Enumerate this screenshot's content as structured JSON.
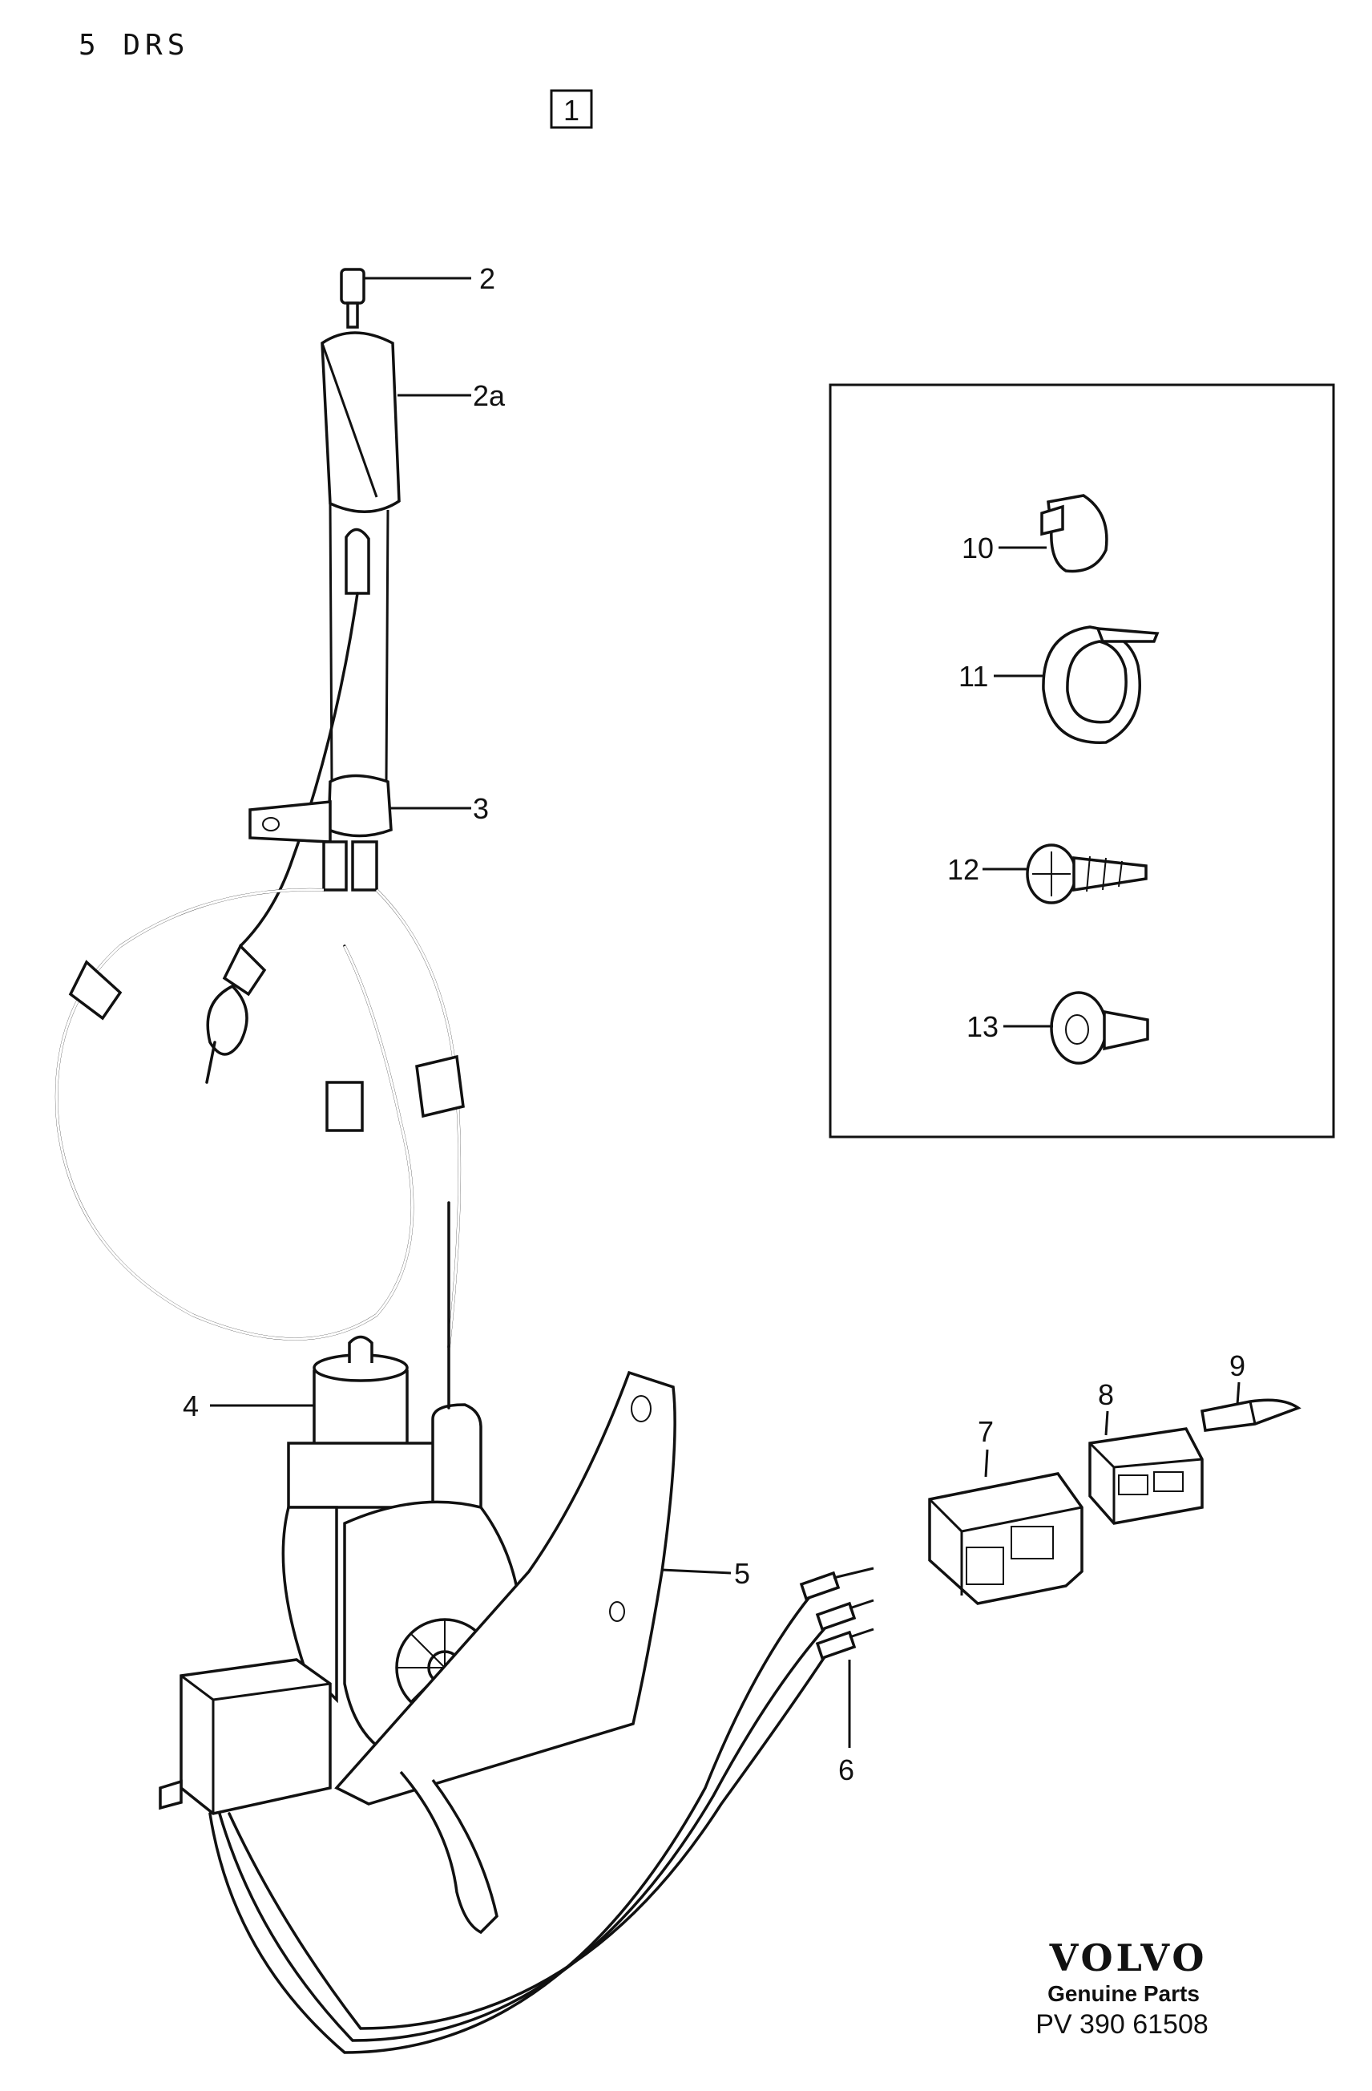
{
  "header": {
    "section": "5  DRS",
    "group_box": "1"
  },
  "callouts": {
    "c2": "2",
    "c2a": "2a",
    "c3": "3",
    "c4": "4",
    "c5": "5",
    "c6": "6",
    "c7": "7",
    "c8": "8",
    "c9": "9",
    "c10": "10",
    "c11": "11",
    "c12": "12",
    "c13": "13"
  },
  "footer": {
    "brand": "VOLVO",
    "tagline": "Genuine Parts",
    "code": "PV 390 61508"
  },
  "colors": {
    "ink": "#111111",
    "paper": "#ffffff"
  }
}
